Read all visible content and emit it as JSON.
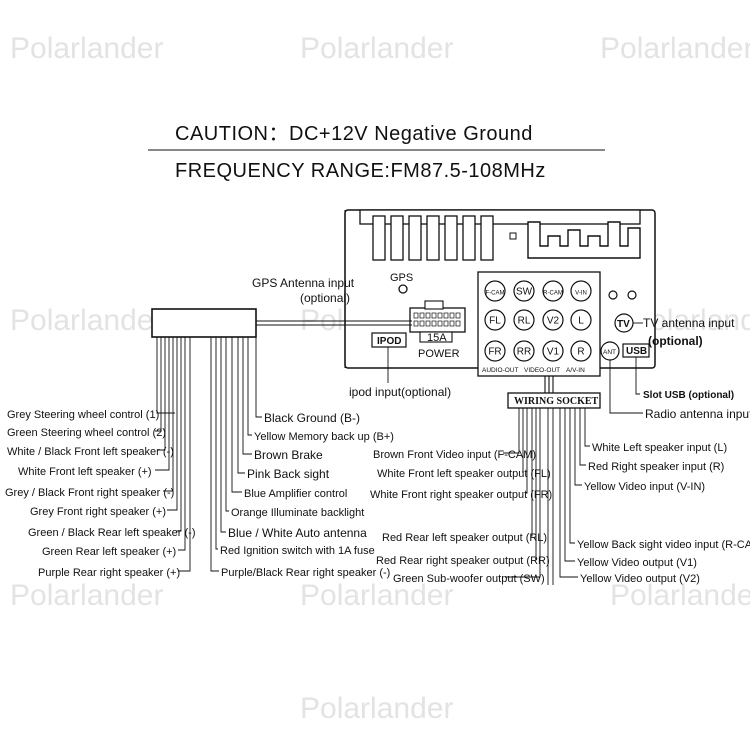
{
  "watermarks": [
    "Polarlander",
    "Polarlander",
    "Polarlander",
    "Polarlander",
    "Polarlander",
    "Polarlander",
    "Polarlander",
    "Polarlander",
    "Polarlander",
    "Polarlander"
  ],
  "header": {
    "caution": "CAUTION：DC+12V Negative Ground",
    "frequency": "FREQUENCY RANGE:FM87.5-108MHz"
  },
  "unit": {
    "gps": "GPS",
    "power_fuse": "15A",
    "power": "POWER",
    "ipod": "IPOD",
    "ant": "ANT",
    "usb": "USB",
    "tv": "TV",
    "audio_out": "AUDIO-OUT",
    "video_out": "VIDEO-OUT",
    "av_in": "A/V-IN",
    "ports": [
      "F-CAM",
      "SW",
      "R-CAM",
      "V-IN",
      "FL",
      "RL",
      "V2",
      "L",
      "FR",
      "RR",
      "V1",
      "R"
    ]
  },
  "callouts": {
    "gps_line1": "GPS Antenna input",
    "gps_line2": "(optional)",
    "tv_line1": "TV antenna input",
    "tv_line2": "(optional)",
    "ipod": "ipod input(optional)",
    "slot_usb": "Slot USB (optional)",
    "radio_ant": "Radio antenna input"
  },
  "wiring_socket": "WIRING SOCKET",
  "harness_left": [
    "Grey Steering wheel control (1)",
    "Green Steering wheel control (2)",
    "White / Black Front left speaker (-)",
    "White Front left speaker (+)",
    "Grey / Black Front right speaker (-)",
    "Grey Front right speaker (+)",
    "Green / Black Rear left speaker (-)",
    "Green Rear left speaker (+)",
    "Purple Rear right speaker (+)"
  ],
  "harness_right": [
    "Black Ground (B-)",
    "Yellow Memory back up (B+)",
    "Brown Brake",
    "Pink Back sight",
    "Blue Amplifier control",
    "Orange Illuminate backlight",
    "Blue / White Auto antenna",
    "Red Ignition switch with 1A fuse",
    "Purple/Black Rear right speaker (-)"
  ],
  "socket_left": [
    "Brown Front Video input (F-CAM)",
    "White Front left speaker output (FL)",
    "White Front right speaker output (FR)",
    "Red Rear left speaker output (RL)",
    "Red Rear right speaker output (RR)",
    "Green Sub-woofer output (SW)"
  ],
  "socket_right": [
    "White Left speaker input (L)",
    "Red Right speaker input (R)",
    "Yellow Video input (V-IN)",
    "Yellow Back sight video input (R-CAM)",
    "Yellow Video output (V1)",
    "Yellow Video output (V2)"
  ]
}
